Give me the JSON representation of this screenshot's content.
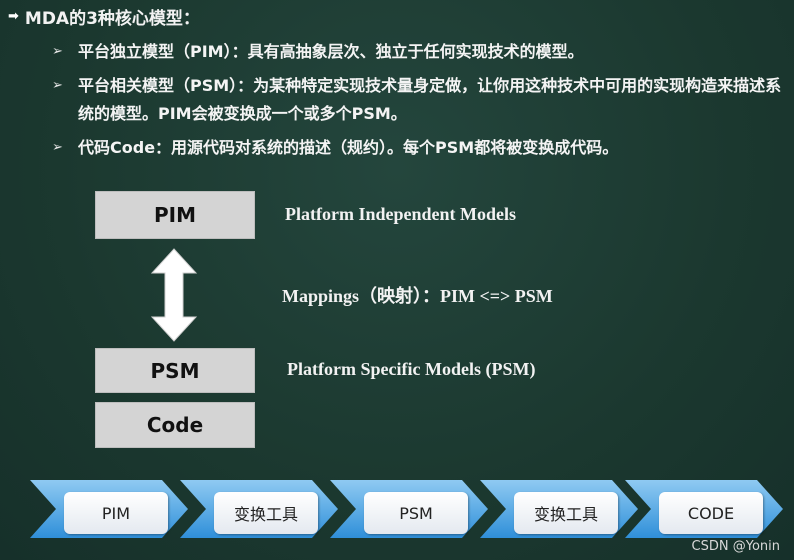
{
  "heading": {
    "marker": "➡",
    "text": "MDA的3种核心模型："
  },
  "bullets": [
    {
      "marker": "➢",
      "text": "平台独立模型（PIM）：具有高抽象层次、独立于任何实现技术的模型。"
    },
    {
      "marker": "➢",
      "text": "平台相关模型（PSM）：为某种特定实现技术量身定做，让你用这种技术中可用的实现构造来描述系统的模型。PIM会被变换成一个或多个PSM。"
    },
    {
      "marker": "➢",
      "text": "代码Code：用源代码对系统的描述（规约）。每个PSM都将被变换成代码。"
    }
  ],
  "diagram": {
    "boxes": {
      "pim": "PIM",
      "psm": "PSM",
      "code": "Code"
    },
    "descriptions": {
      "pim": "Platform Independent Models",
      "mapping": "Mappings（映射）：PIM <=> PSM",
      "psm": "Platform Specific Models (PSM)"
    }
  },
  "flow": {
    "colors": {
      "chevron": "#2f8fd9",
      "chevron_light": "#8fcaf2"
    },
    "steps": [
      "PIM",
      "变换工具",
      "PSM",
      "变换工具",
      "CODE"
    ]
  },
  "watermark": "CSDN @Yonin"
}
